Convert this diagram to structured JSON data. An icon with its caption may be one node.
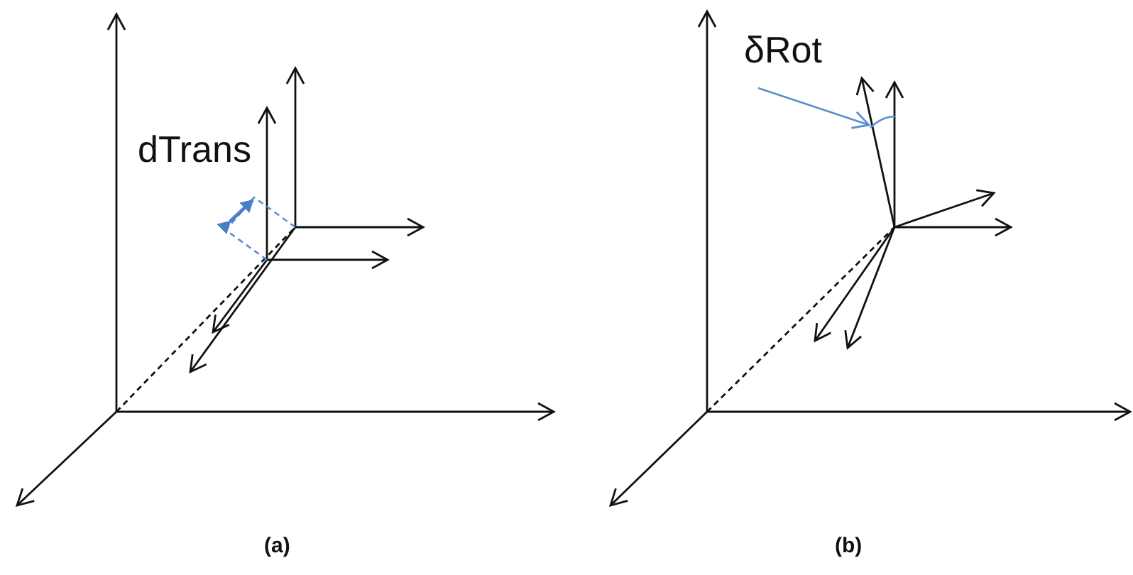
{
  "diagram": {
    "nodes": [
      {
        "text": [
          "δRot"
        ]
      },
      {
        "text": [],
        "shape": "arc"
      }
    ],
    "edges": [
      {
        "from": 0,
        "to": 1,
        "arrow": "to"
      }
    ],
    "labels": [
      "dTrans",
      "(a)",
      "(b)"
    ]
  }
}
